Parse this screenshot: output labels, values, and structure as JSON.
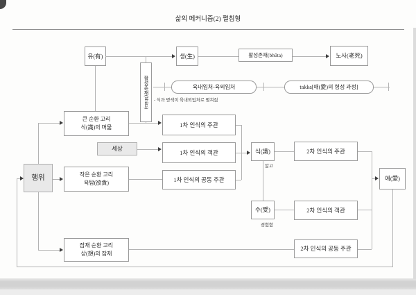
{
  "title": "삶의 메커니즘(2) 펼침형",
  "flow_top": {
    "yu": "유(有)",
    "saeng": "생(生)",
    "bhuta_h": "활성존재(bhūta)",
    "nosa": "노사(老死)",
    "bhuta_v": "활성존재(bhūta)"
  },
  "sense_row": {
    "naeoe": "육내입처-육외입처",
    "takka": "takka[애(愛)의 형성 과정]",
    "note": "- 식과 명색이 육내외입처로 펼쳐짐"
  },
  "left_column": {
    "haengwi": "행위",
    "big_loop": {
      "l1": "큰 순환 고리",
      "l2": "식(識)의 머묾"
    },
    "sesang": "세상",
    "small_loop": {
      "l1": "작은 순환 고리",
      "l2": "욕탐(欲貪)"
    },
    "latent_loop": {
      "l1": "잠재 순환 고리",
      "l2": "상(想)의 잠재"
    }
  },
  "perception1": {
    "subject": "1차 인식의 주관",
    "object": "1차 인식의 객관",
    "common": "1차 인식의 공동 주관"
  },
  "perception2": {
    "sik": "식(識)",
    "sik_note": "알고",
    "su": "수(受)",
    "su_note": "경험함",
    "subject": "2차 인식의 주관",
    "object": "2차 인식의 객관",
    "common": "2차 인식의 공동 주관",
    "ae": "애(愛)"
  },
  "colors": {
    "line": "#b3b3b3",
    "box_border": "#9a9a9a",
    "gray_fill": "#e9e9e9",
    "text": "#2b2b2b"
  }
}
